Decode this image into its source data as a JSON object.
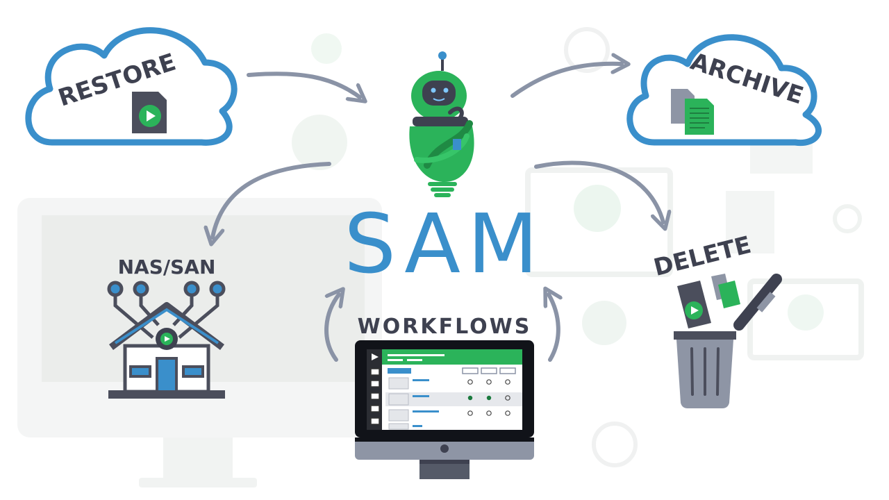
{
  "center": {
    "title": "SAM"
  },
  "labels": {
    "restore": "RESTORE",
    "archive": "ARCHIVE",
    "delete": "DELETE",
    "nas_san": "NAS/SAN",
    "workflows": "WORKFLOWS"
  },
  "colors": {
    "blue": "#3a8fcb",
    "green": "#2bb35a",
    "dark": "#3e4150",
    "arrow": "#8a93a6",
    "faint": "#edf0ee"
  },
  "icons": [
    "cloud-icon",
    "video-file-icon",
    "document-icon",
    "robot-mascot",
    "house-network-icon",
    "monitor-icon",
    "trash-can-icon",
    "arrow-icon"
  ]
}
